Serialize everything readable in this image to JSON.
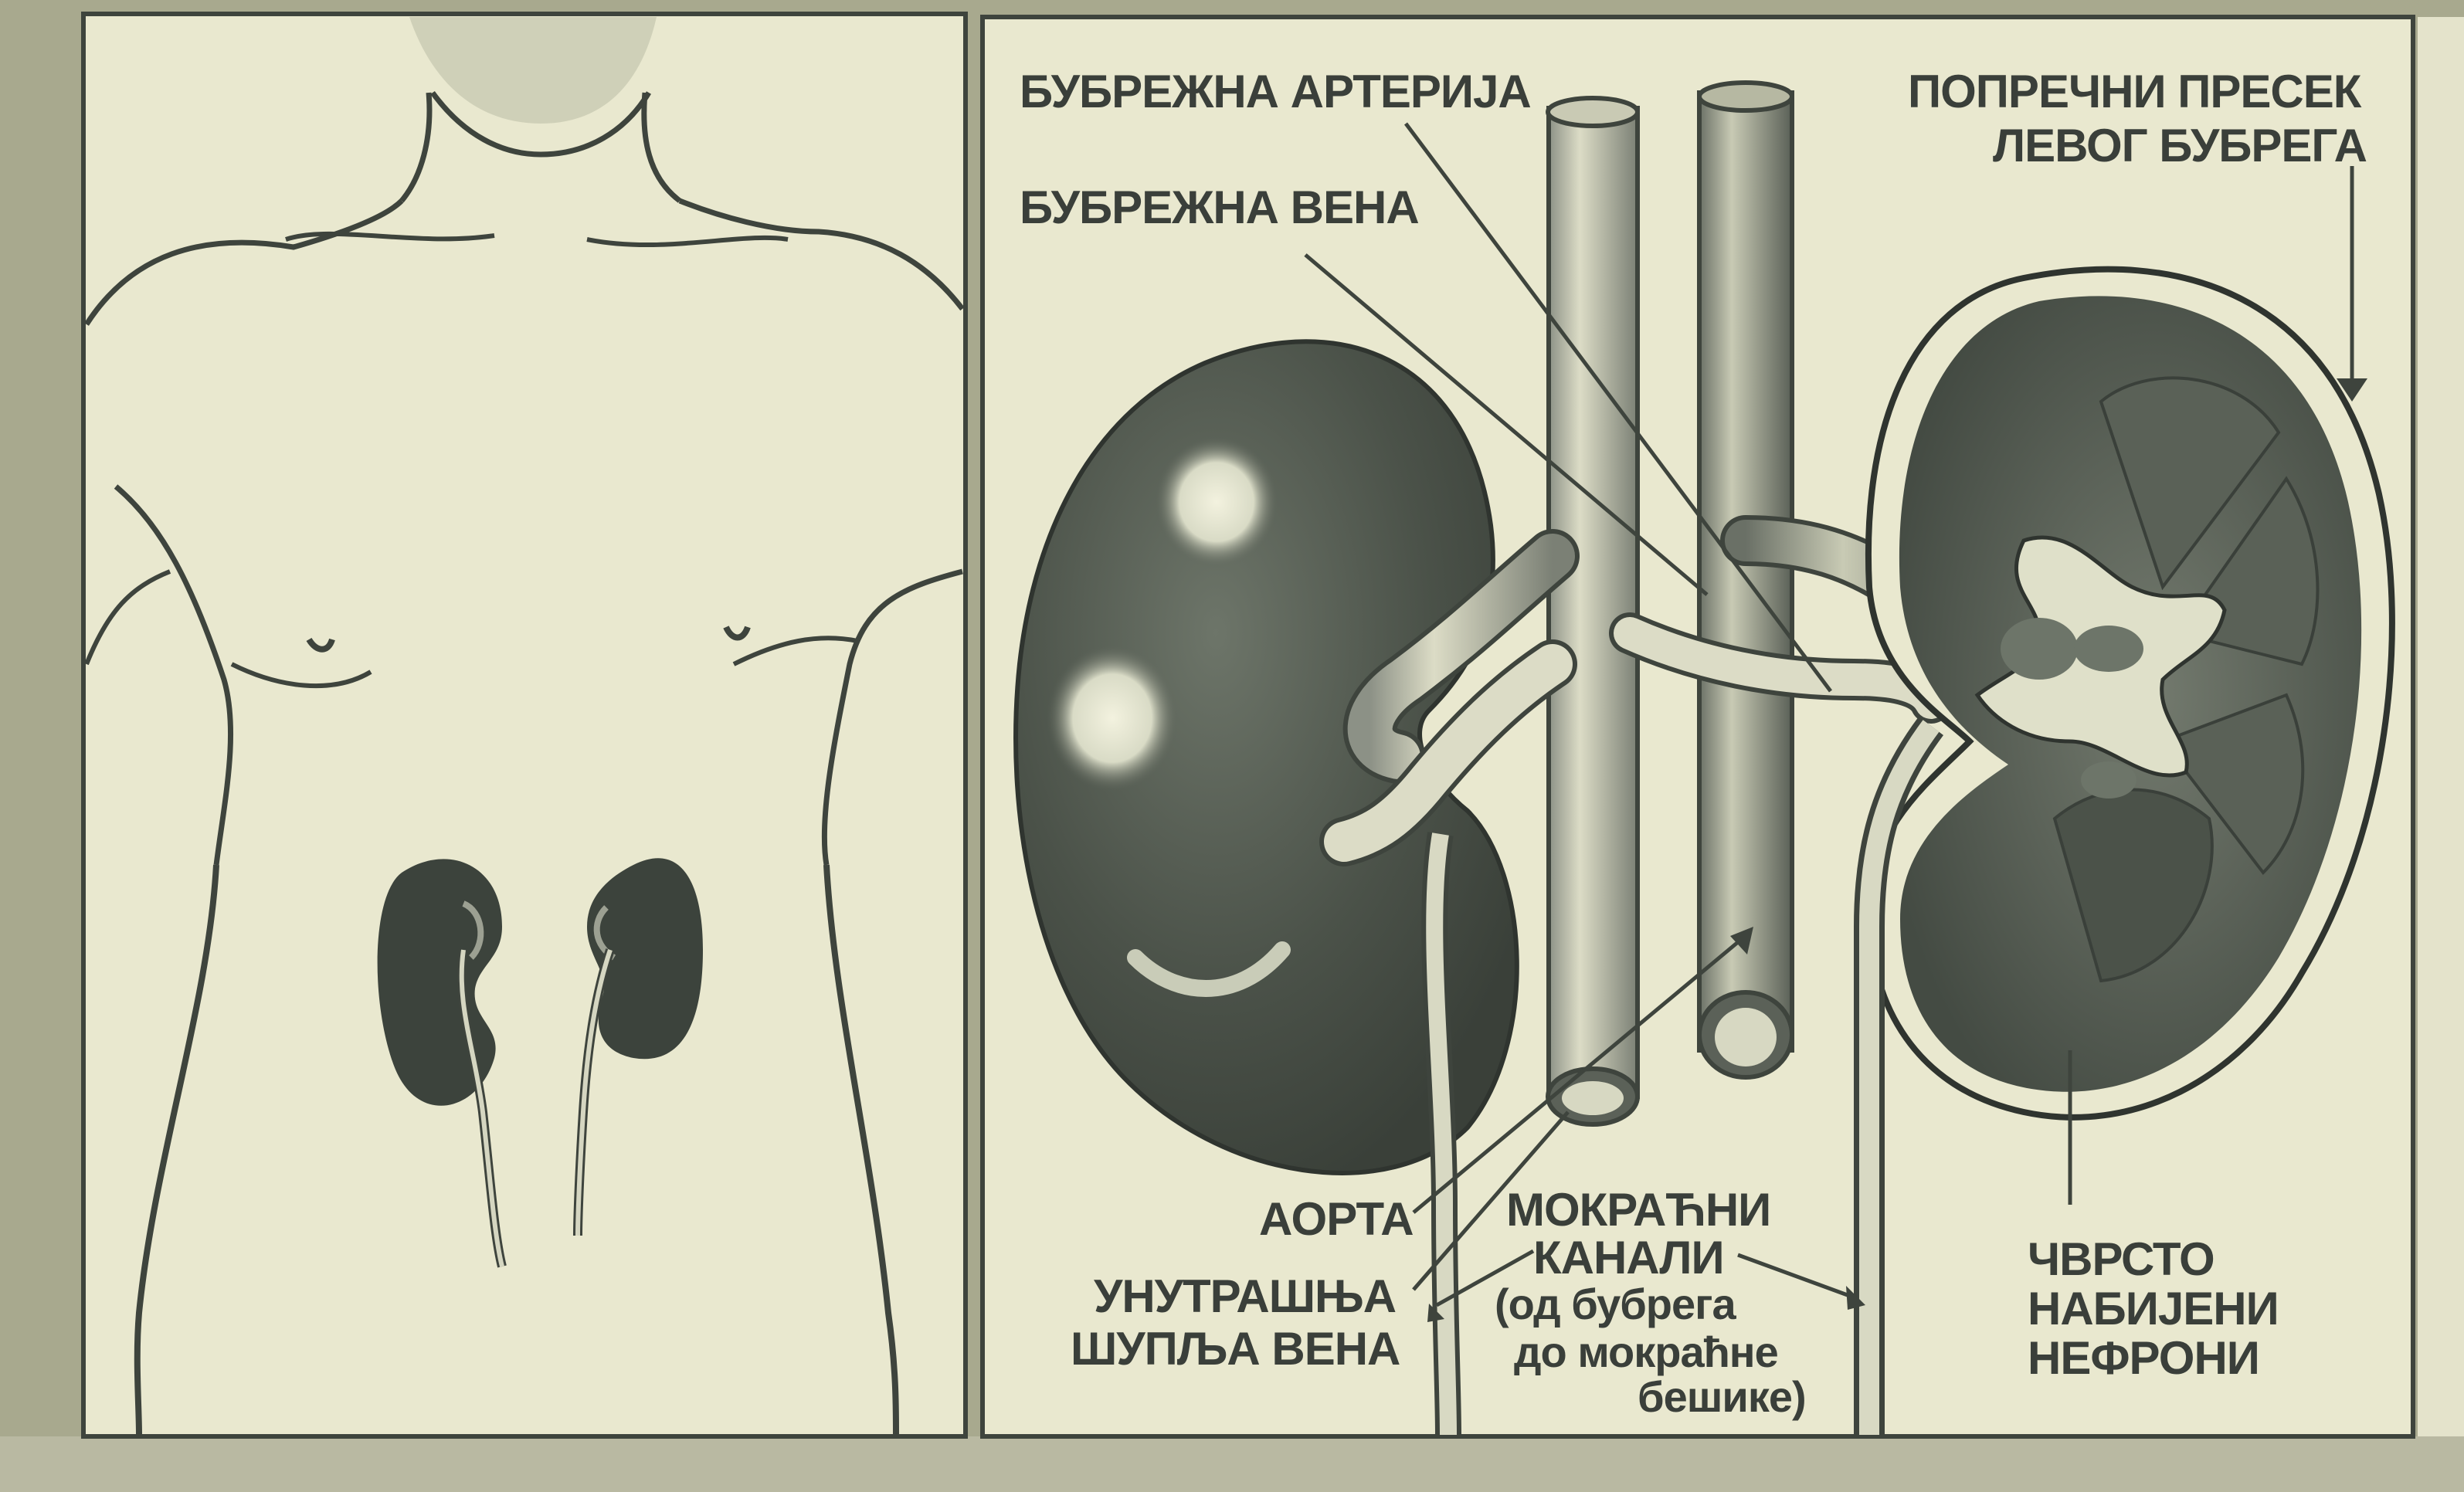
{
  "diagram": {
    "colors": {
      "paper": "#e9e8cf",
      "ink": "#3e443d",
      "organ": "#4a5149",
      "frame": "#a8a98e"
    },
    "labels": {
      "renal_artery": "БУБРЕЖНА АРТЕРИЈА",
      "renal_vein": "БУБРЕЖНА ВЕНА",
      "cross_section_line1": "ПОПРЕЧНИ ПРЕСЕК",
      "cross_section_line2": "ЛЕВОГ БУБРЕГА",
      "aorta": "АОРТА",
      "vena_cava_line1": "УНУТРАШЊА",
      "vena_cava_line2": "ШУПЉА ВЕНА",
      "ureters_line1": "МОКРАЋНИ",
      "ureters_line2": "КАНАЛИ",
      "ureters_note_line1": "(од бубрега",
      "ureters_note_line2": "до мокраћне",
      "ureters_note_line3": "бешике)",
      "nephrons_line1": "ЧВРСТО",
      "nephrons_line2": "НАБИЈЕНИ",
      "nephrons_line3": "НЕФРОНИ"
    }
  }
}
